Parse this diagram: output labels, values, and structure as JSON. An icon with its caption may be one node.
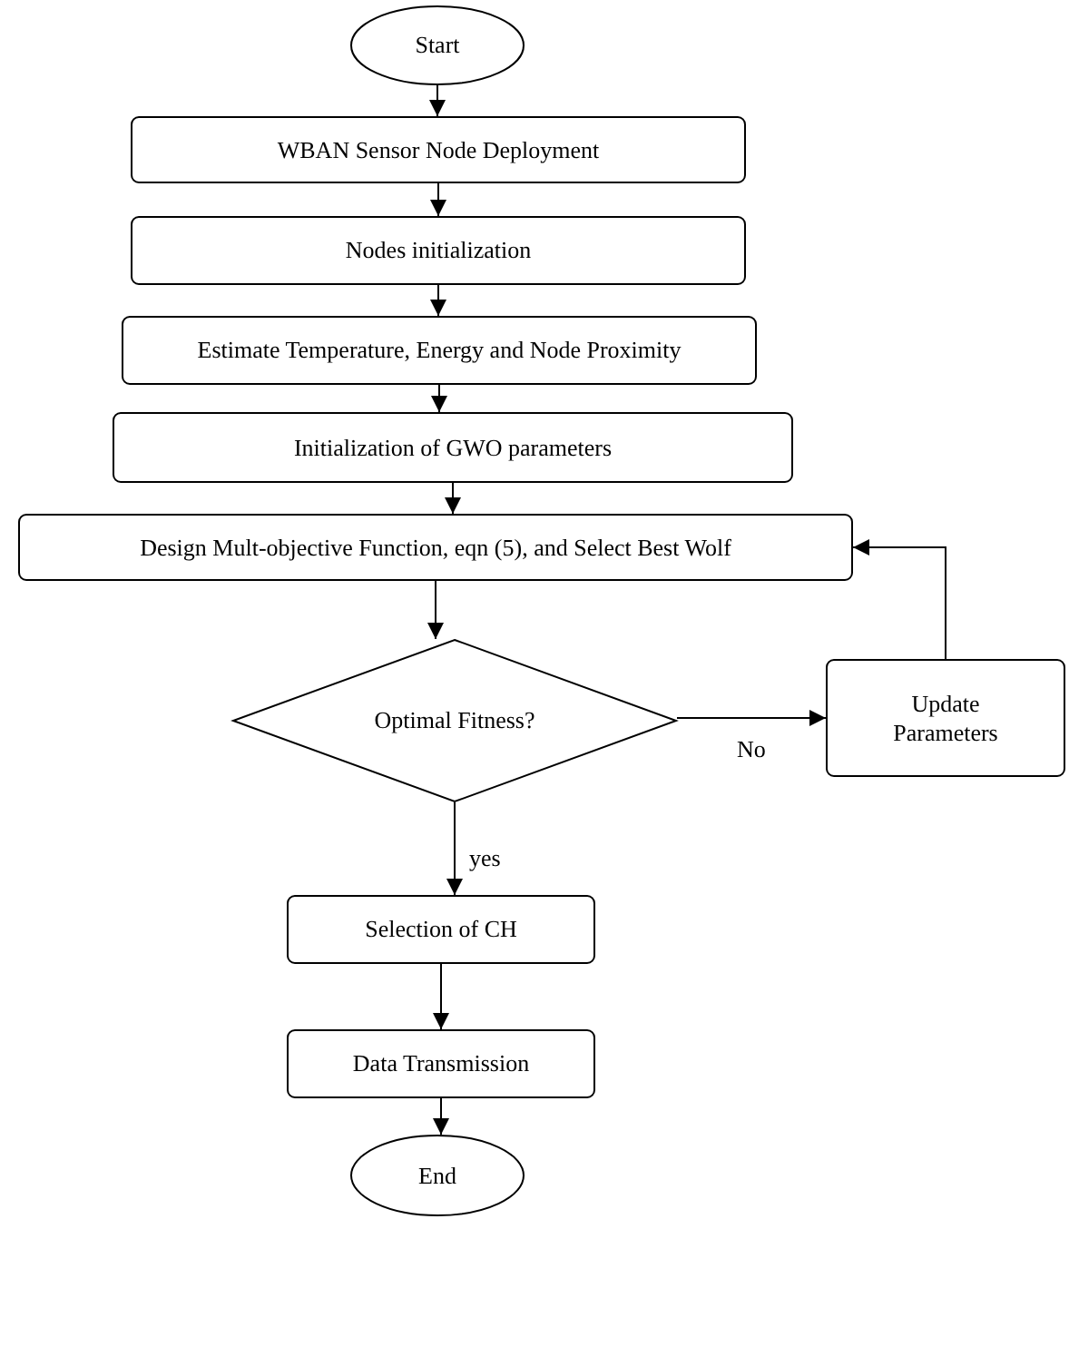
{
  "diagram": {
    "nodes": [
      {
        "text": [
          "Start"
        ]
      },
      {
        "text": [
          "WBAN Sensor Node Deployment"
        ]
      },
      {
        "text": [
          "Nodes initialization"
        ]
      },
      {
        "text": [
          "Estimate Temperature, Energy and Node Proximity"
        ]
      },
      {
        "text": [
          "Initialization of GWO parameters"
        ]
      },
      {
        "text": [
          "Design Mult-objective Function, eqn (5), and Select Best Wolf"
        ]
      },
      {
        "text": [
          "Optimal Fitness?"
        ]
      },
      {
        "text": [
          "Update Parameters"
        ]
      },
      {
        "text": [
          "Selection of CH"
        ]
      },
      {
        "text": [
          "Data Transmission"
        ]
      },
      {
        "text": [
          "End"
        ]
      }
    ],
    "edges": [
      {
        "from": 0,
        "to": 1,
        "arrow": "to"
      },
      {
        "from": 1,
        "to": 2,
        "arrow": "to"
      },
      {
        "from": 2,
        "to": 3,
        "arrow": "to"
      },
      {
        "from": 3,
        "to": 4,
        "arrow": "to"
      },
      {
        "from": 4,
        "to": 5,
        "arrow": "to"
      },
      {
        "from": 5,
        "to": 6,
        "arrow": "to"
      },
      {
        "from": 6,
        "to": 7,
        "arrow": "to",
        "label": "No"
      },
      {
        "from": 7,
        "to": 5,
        "arrow": "to"
      },
      {
        "from": 6,
        "to": 8,
        "arrow": "to",
        "label": "yes"
      },
      {
        "from": 8,
        "to": 9,
        "arrow": "to"
      },
      {
        "from": 9,
        "to": 10,
        "arrow": "to"
      }
    ]
  }
}
